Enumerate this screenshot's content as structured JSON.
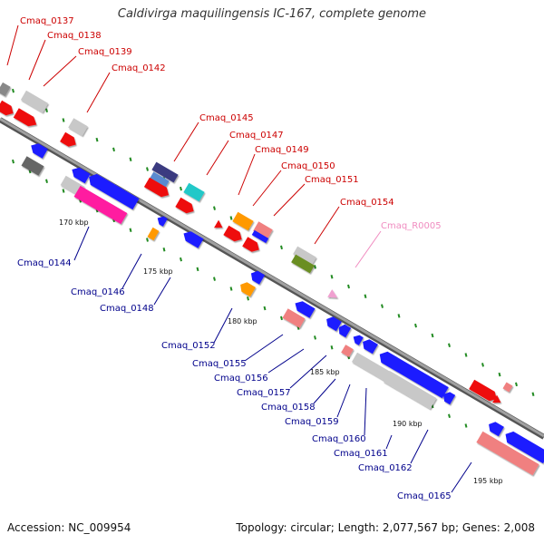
{
  "title": "Caldivirga maquilingensis IC-167, complete genome",
  "accession": "Accession: NC_009954",
  "summary": "Topology: circular; Length: 2,077,567 bp; Genes: 2,008",
  "colors": {
    "backbone": "#8a8a8a",
    "forward_label": "#cc0000",
    "reverse_label": "#00008b",
    "rna_label": "#f08cc0",
    "tick": "#228b22"
  },
  "tick_labels": [
    "170 kbp",
    "175 kbp",
    "180 kbp",
    "185 kbp",
    "190 kbp",
    "195 kbp"
  ],
  "forward_labels": [
    "Cmaq_0137",
    "Cmaq_0138",
    "Cmaq_0139",
    "Cmaq_0142",
    "Cmaq_0145",
    "Cmaq_0147",
    "Cmaq_0149",
    "Cmaq_0150",
    "Cmaq_0151",
    "Cmaq_0154"
  ],
  "rna_labels": [
    "Cmaq_R0005"
  ],
  "reverse_labels": [
    "Cmaq_0144",
    "Cmaq_0146",
    "Cmaq_0148",
    "Cmaq_0152",
    "Cmaq_0155",
    "Cmaq_0156",
    "Cmaq_0157",
    "Cmaq_0158",
    "Cmaq_0159",
    "Cmaq_0160",
    "Cmaq_0161",
    "Cmaq_0162",
    "Cmaq_0165"
  ]
}
